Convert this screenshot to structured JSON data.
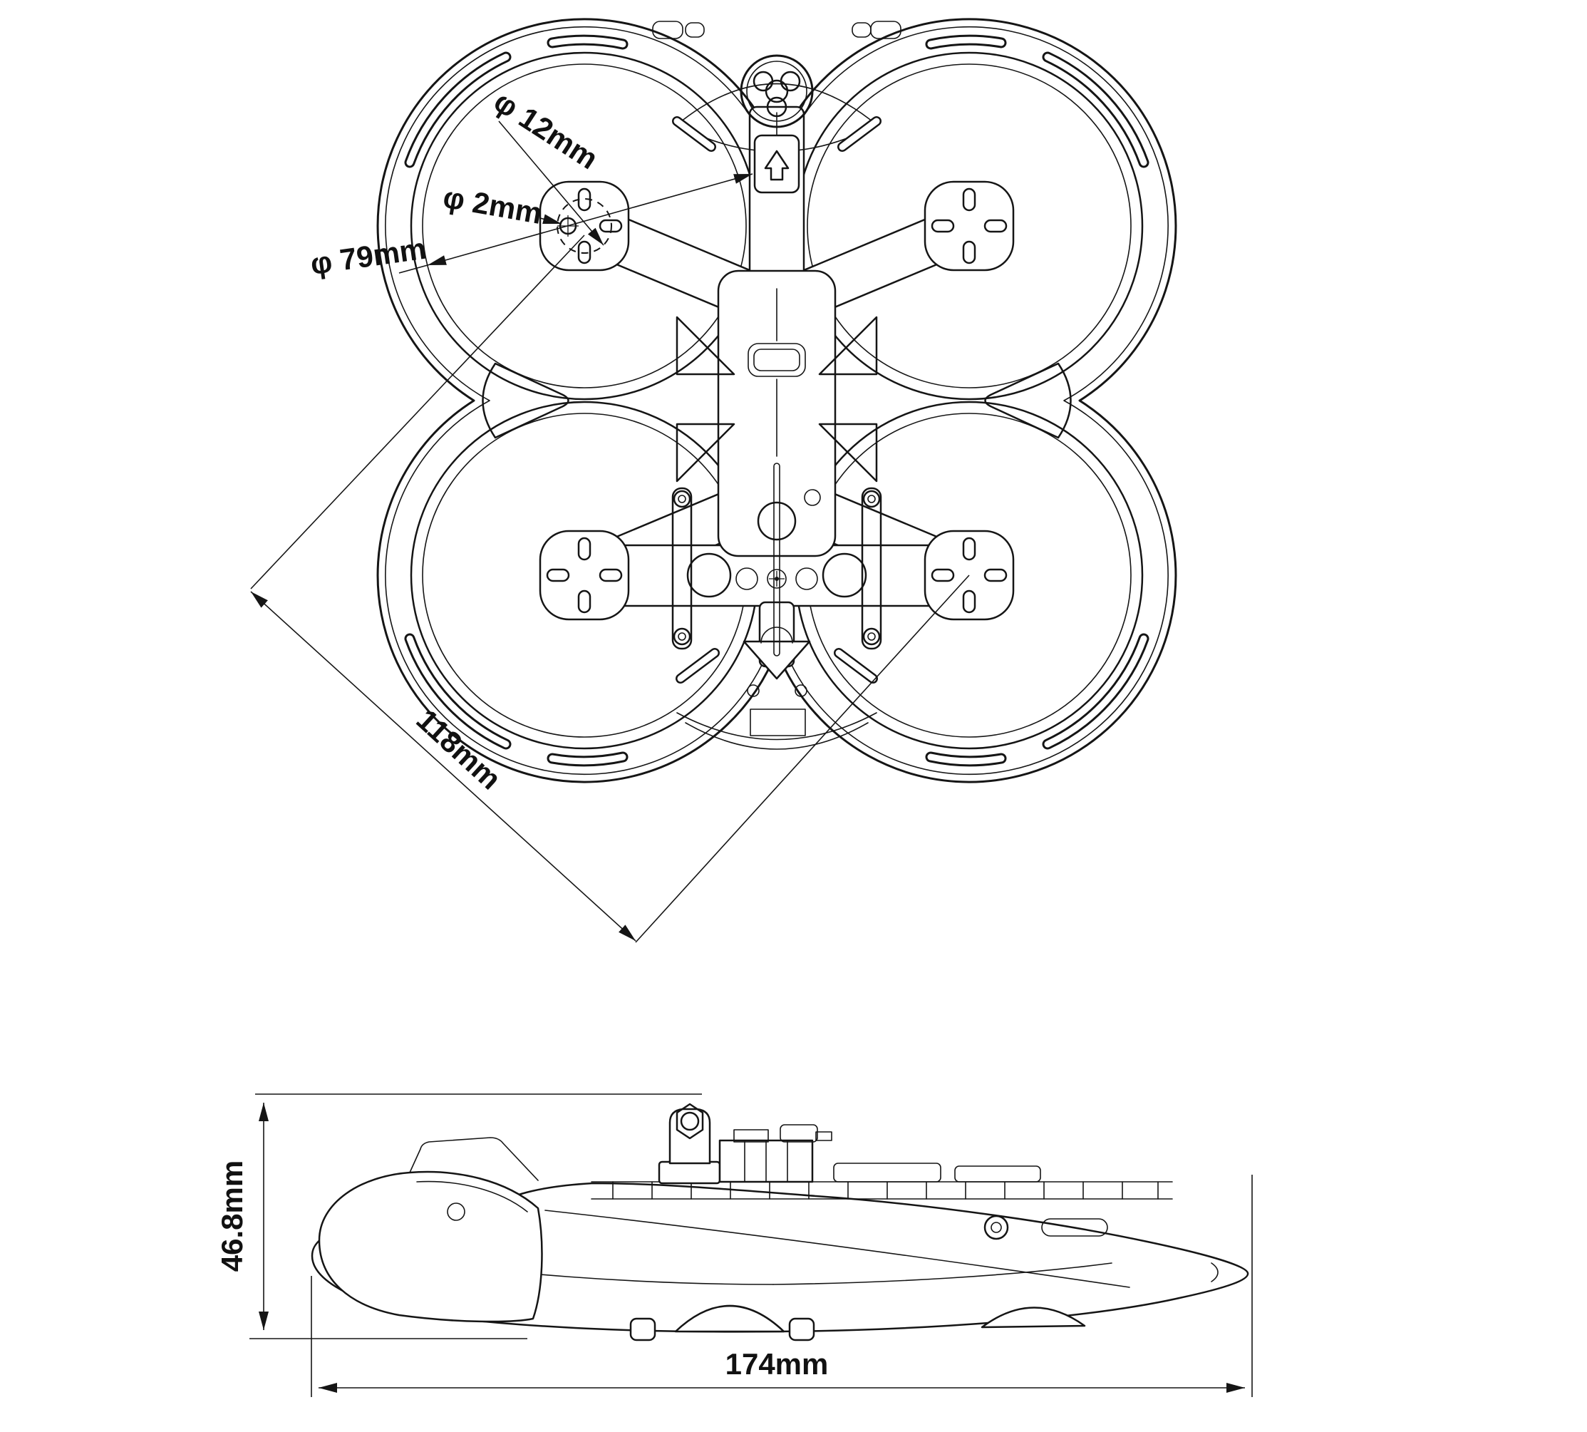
{
  "colors": {
    "line": "#151515",
    "background": "#ffffff"
  },
  "top_view": {
    "dim_bolt_circle": "φ 12mm",
    "dim_screw_hole": "φ 2mm",
    "dim_duct_diameter": "φ 79mm",
    "dim_motor_diagonal": "118mm"
  },
  "side_view": {
    "dim_height": "46.8mm",
    "dim_length": "174mm"
  }
}
